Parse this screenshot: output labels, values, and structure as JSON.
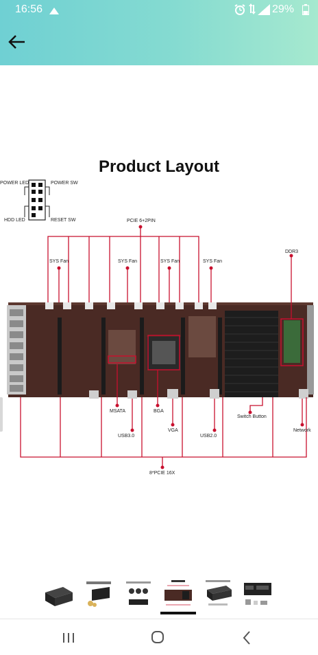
{
  "status_bar": {
    "time": "16:56",
    "battery_percent": "29%",
    "icons": [
      "upload-icon",
      "alarm-icon",
      "data-icon",
      "signal-icon",
      "battery-icon"
    ]
  },
  "header": {
    "back_icon": "arrow-left-icon"
  },
  "product_image": {
    "title": "Product Layout",
    "labels": {
      "power_led": "POWER LED",
      "power_sw": "POWER SW",
      "hdd_led": "HDD LED",
      "reset_sw": "RESET SW",
      "pcie_power": "PCIE 6+2PIN",
      "sys_fan": "SYS Fan",
      "ddr3": "DDR3",
      "msata": "MSATA",
      "bga": "BGA",
      "usb3": "USB3.0",
      "vga": "VGA",
      "usb2": "USB2.0",
      "switch_button": "Switch Button",
      "network": "Network",
      "pcie_slots": "8*PCIE 16X"
    }
  },
  "thumbnails": {
    "count": 6,
    "active_index": 3
  },
  "nav_bar": {
    "icons": [
      "recent-apps-icon",
      "home-icon",
      "back-icon"
    ]
  },
  "colors": {
    "header_gradient_start": "#6fd0d3",
    "header_gradient_end": "#a6e9cf",
    "callout_red": "#c8102e",
    "board_brown": "#4a2a24"
  }
}
